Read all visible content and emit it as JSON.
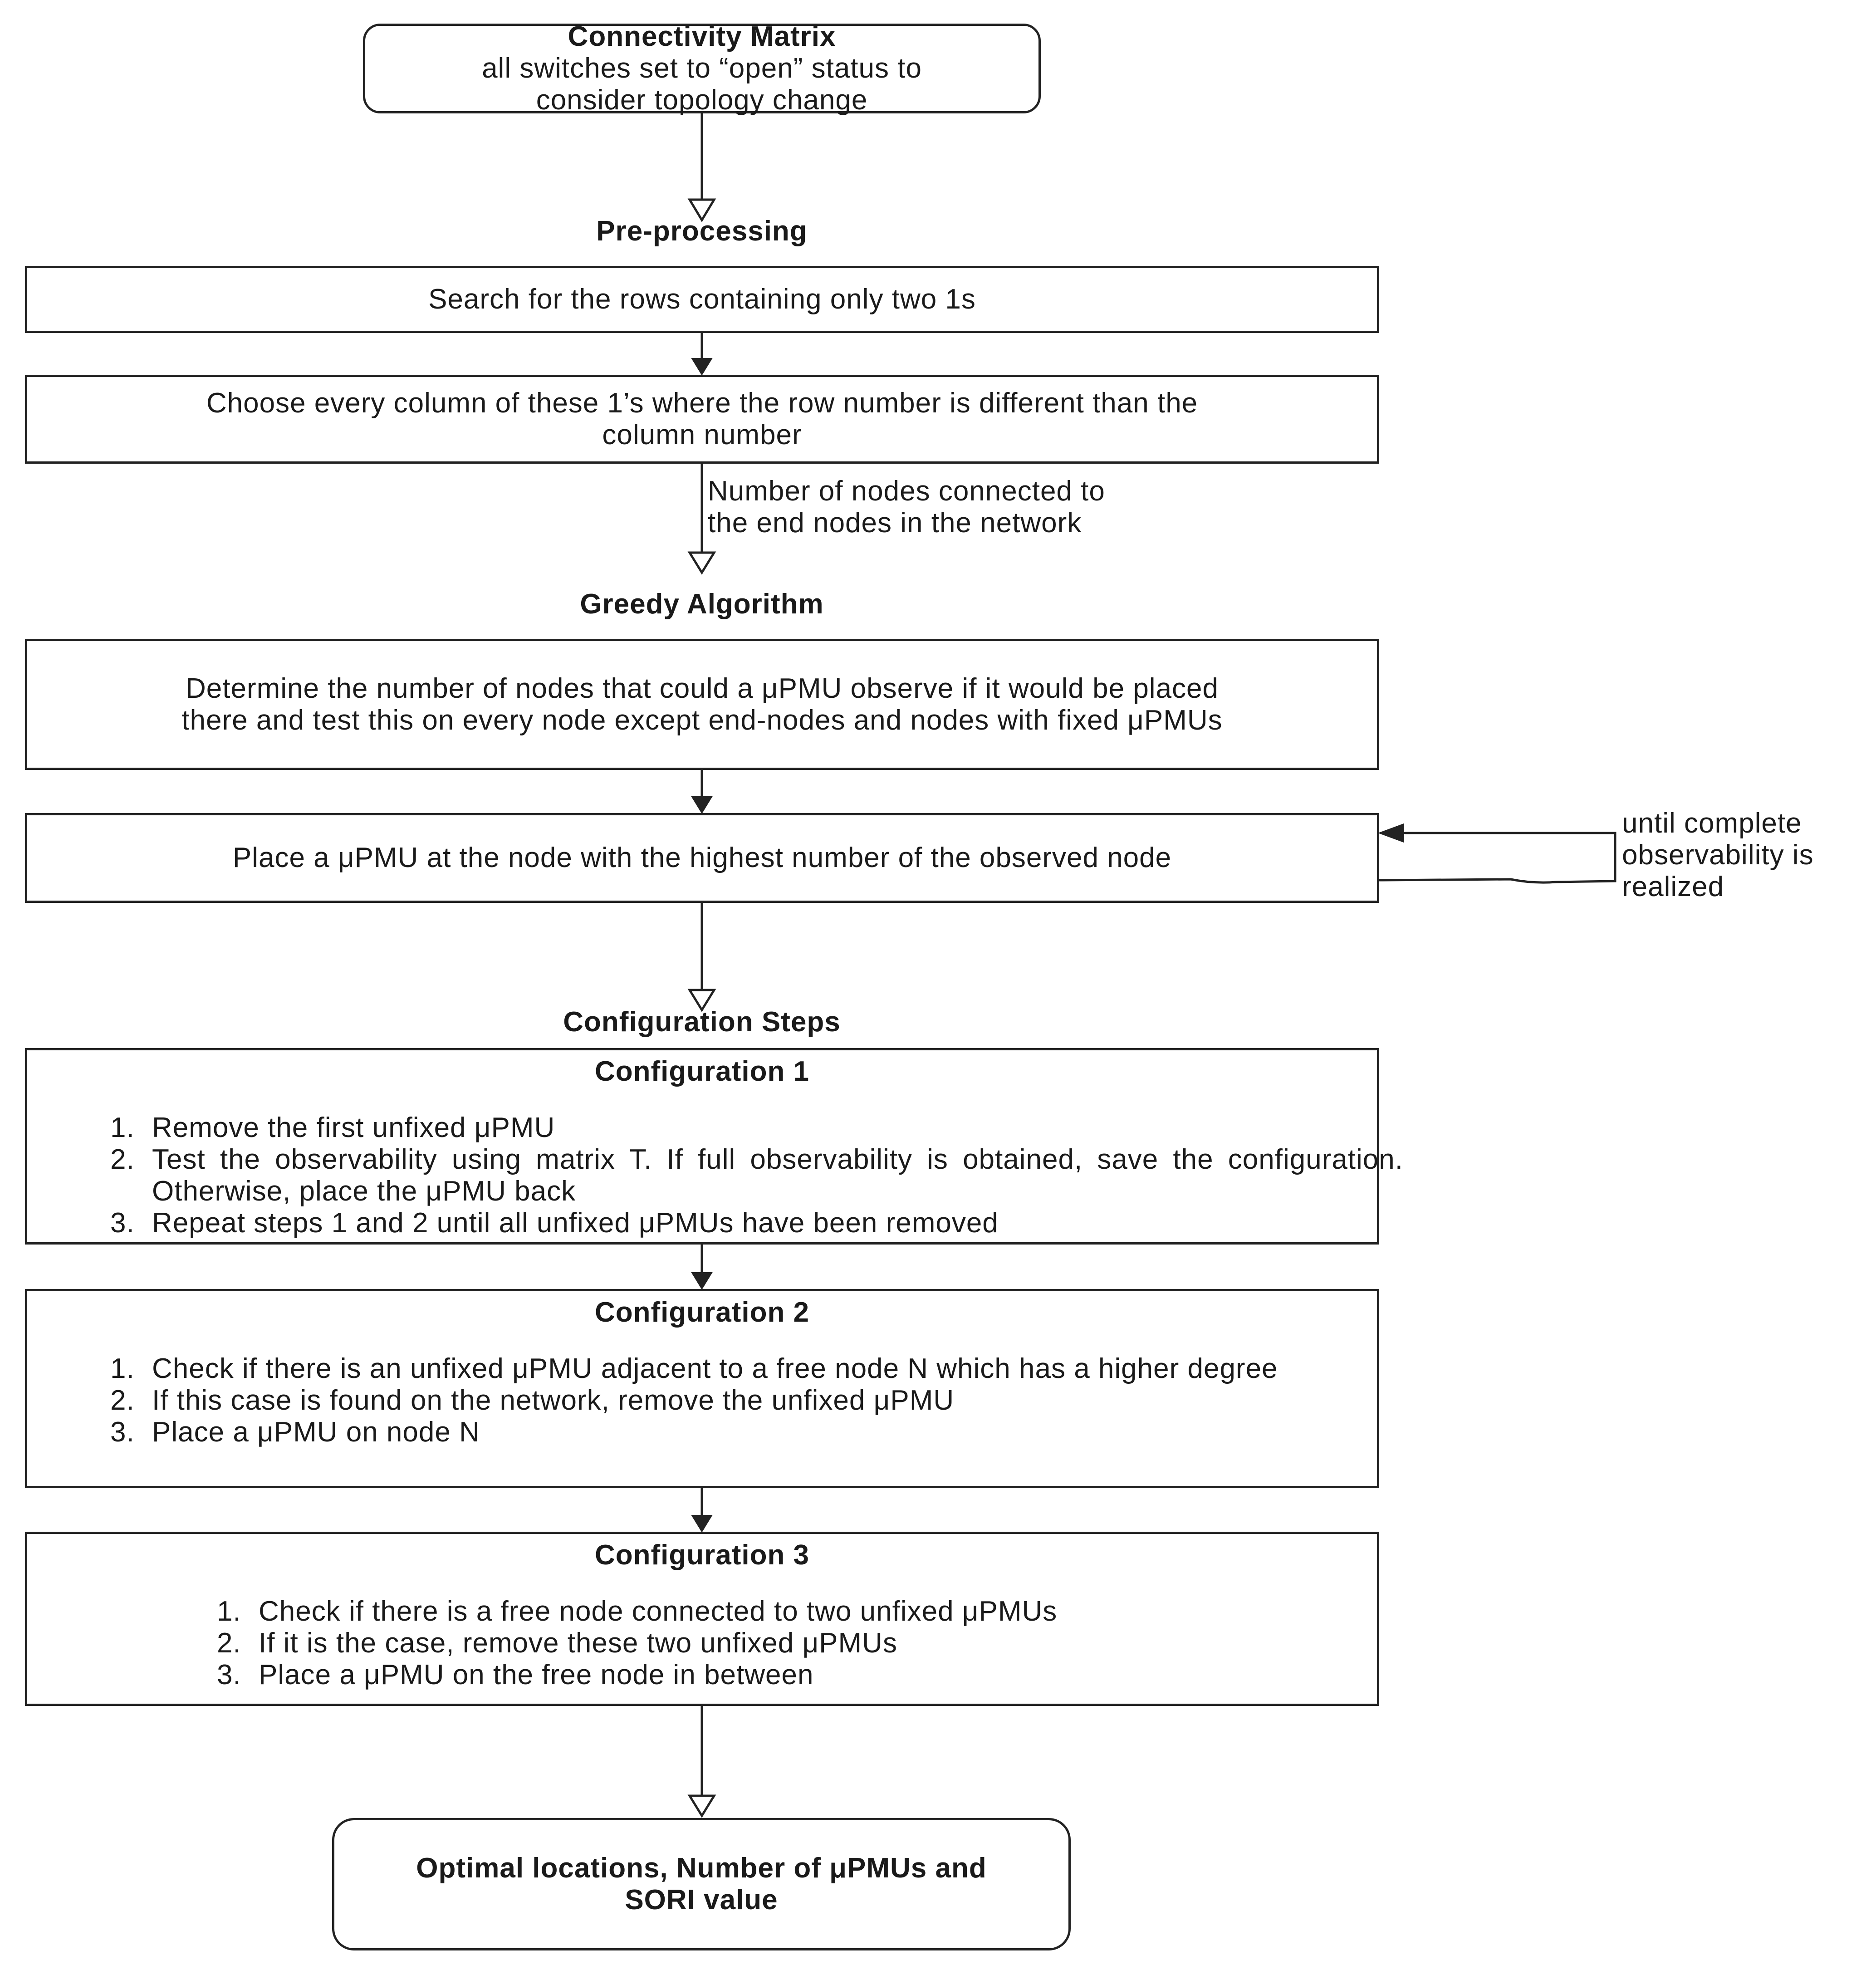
{
  "start": {
    "title": "Connectivity Matrix",
    "line1": "all switches set to “open” status to",
    "line2": "consider topology change"
  },
  "preprocessing": {
    "heading": "Pre-processing",
    "box1": "Search for the rows containing only two 1s",
    "box2_line1": "Choose every column of these 1’s where the row number is different than the",
    "box2_line2": "column number",
    "edge_line1": "Number of nodes connected to",
    "edge_line2": "the end nodes in the network"
  },
  "greedy": {
    "heading": "Greedy Algorithm",
    "box1_line1": "Determine the number of nodes that could a μPMU observe if it would be placed",
    "box1_line2": "there and test this on every node except end-nodes and nodes with fixed μPMUs",
    "box2": "Place a μPMU at the node with the highest number of the observed node",
    "loop_line1": "until complete",
    "loop_line2": "observability is",
    "loop_line3": "realized"
  },
  "configuration": {
    "heading": "Configuration Steps",
    "config1": {
      "title": "Configuration 1",
      "step1": "Remove the first unfixed μPMU",
      "step2": "Test the observability using matrix T. If full observability is obtained, save the configuration. Otherwise,  place the μPMU back",
      "step3": "Repeat steps 1 and 2 until all unfixed μPMUs have been removed"
    },
    "config2": {
      "title": "Configuration 2",
      "step1": "Check if there is an unfixed μPMU adjacent to a free node N which has a higher degree",
      "step2": "If this case is found on the network, remove the unfixed μPMU",
      "step3": "Place a μPMU on node N"
    },
    "config3": {
      "title": "Configuration 3",
      "step1": "Check if there is a free node connected to two unfixed μPMUs",
      "step2": "If it is the case, remove these two unfixed μPMUs",
      "step3": "Place a μPMU on the free node in between"
    },
    "step_numbers": [
      "1.",
      "2.",
      "3."
    ]
  },
  "end": {
    "line1": "Optimal locations, Number of μPMUs and",
    "line2": "SORI value"
  }
}
